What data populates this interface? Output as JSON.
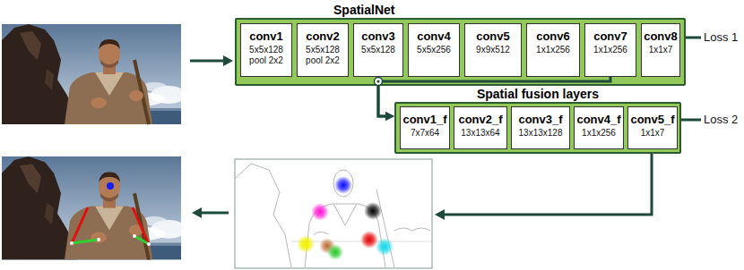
{
  "diagram": {
    "nodes": [
      {
        "text": [
          "SpatialNet"
        ]
      },
      {
        "text": [
          "conv1",
          "5x5x128 pool 2x2"
        ],
        "in": 0
      },
      {
        "text": [
          "conv2",
          "5x5x128 pool 2x2"
        ],
        "in": 0
      },
      {
        "text": [
          "conv3",
          "5x5x128"
        ],
        "in": 0
      },
      {
        "text": [
          "conv4",
          "5x5x256"
        ],
        "in": 0
      },
      {
        "text": [
          "conv5",
          "9x9x512"
        ],
        "in": 0
      },
      {
        "text": [
          "conv6",
          "1x1x256"
        ],
        "in": 0
      },
      {
        "text": [
          "conv7",
          "1x1x256"
        ],
        "in": 0
      },
      {
        "text": [
          "conv8",
          "1x1x7"
        ],
        "in": 0
      },
      {
        "text": [
          "Spatial fusion layers"
        ]
      },
      {
        "text": [
          "conv1_f",
          "7x7x64"
        ],
        "in": 9
      },
      {
        "text": [
          "conv2_f",
          "13x13x64"
        ],
        "in": 9
      },
      {
        "text": [
          "conv3_f",
          "13x13x128"
        ],
        "in": 9
      },
      {
        "text": [
          "conv4_f",
          "1x1x256"
        ],
        "in": 9
      },
      {
        "text": [
          "conv5_f",
          "1x1x7"
        ],
        "in": 9
      }
    ],
    "edges": [
      {
        "from": 3,
        "to": 9,
        "arrow": "to"
      },
      {
        "from": 7,
        "to": 9,
        "arrow": "to"
      }
    ],
    "labels": [
      "Loss 1",
      "Loss 2"
    ]
  }
}
